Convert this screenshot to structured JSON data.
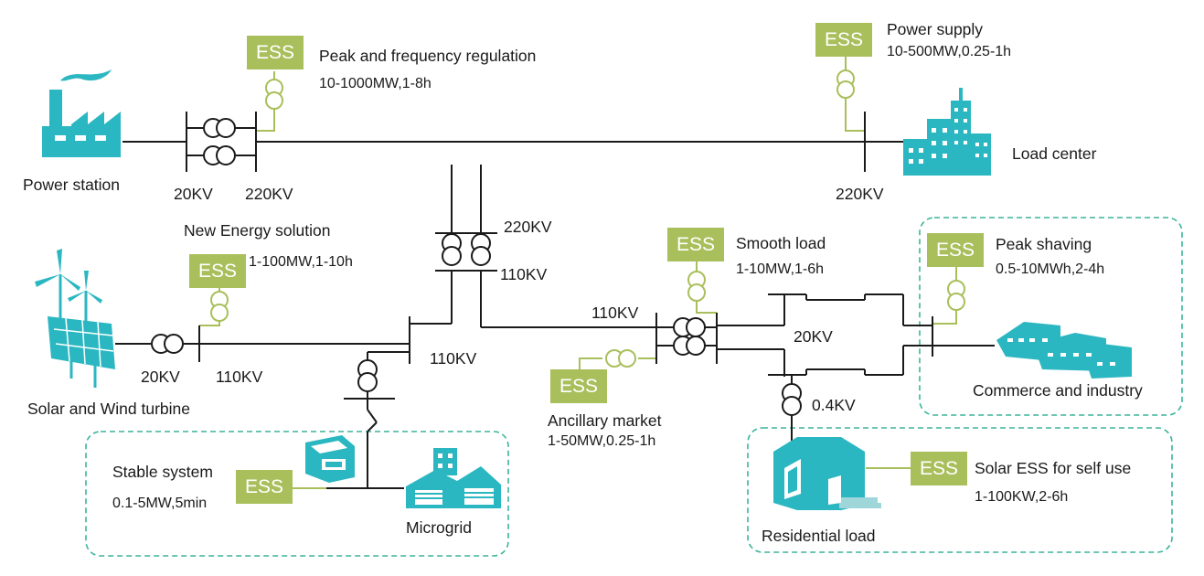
{
  "colors": {
    "teal": "#2bb7c1",
    "ess": "#a9bf5c",
    "line": "#1a1a1a",
    "dash": "#3bb49a"
  },
  "ess_label": "ESS",
  "labels": {
    "power_station": "Power station",
    "bus_20kv_a": "20KV",
    "bus_220kv_a": "220KV",
    "peak_freq_title": "Peak and frequency regulation",
    "peak_freq_value": "10-1000MW,1-8h",
    "power_supply_title": "Power supply",
    "power_supply_value": "10-500MW,0.25-1h",
    "load_center": "Load center",
    "bus_220kv_b": "220KV",
    "new_energy_title": "New Energy solution",
    "new_energy_value": "1-100MW,1-10h",
    "sub_220kv": "220KV",
    "sub_110kv": "110KV",
    "solar_wind": "Solar and Wind turbine",
    "bus_20kv_b": "20KV",
    "bus_110kv_a": "110KV",
    "bus_110kv_b": "110KV",
    "bus_110kv_c": "110KV",
    "smooth_load_title": "Smooth load",
    "smooth_load_value": "1-10MW,1-6h",
    "bus_20kv_c": "20KV",
    "peak_shaving_title": "Peak shaving",
    "peak_shaving_value": "0.5-10MWh,2-4h",
    "commerce": "Commerce and industry",
    "ancillary_title": "Ancillary market",
    "ancillary_value": "1-50MW,0.25-1h",
    "bus_04kv": "0.4KV",
    "stable_title": "Stable system",
    "stable_value": "0.1-5MW,5min",
    "microgrid": "Microgrid",
    "solar_ess_title": "Solar ESS for self use",
    "solar_ess_value": "1-100KW,2-6h",
    "residential": "Residential load"
  }
}
